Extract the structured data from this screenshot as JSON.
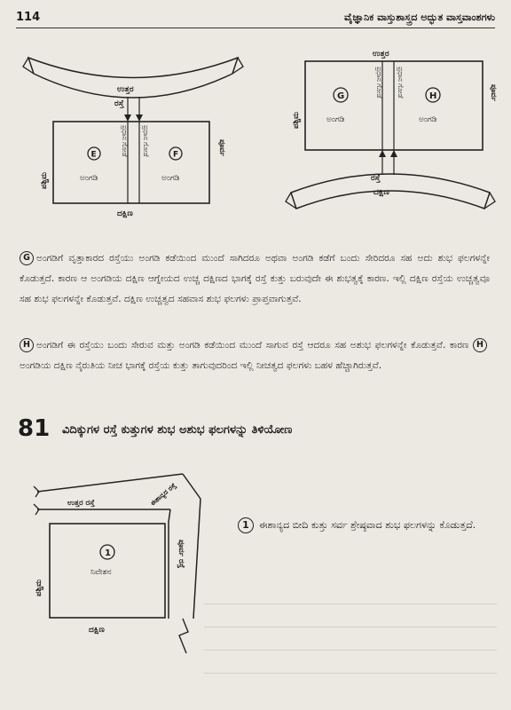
{
  "header": {
    "page_number": "114",
    "running_title": "ವೈಜ್ಞಾನಿಕ ವಾಸ್ತುಶಾಸ್ತ್ರದ ಅದ್ಭುತ ವಾಸ್ತವಾಂಶಗಳು"
  },
  "diagram_ef": {
    "north": "ಉತ್ತರ",
    "road": "ರಸ್ತೆ",
    "west": "ಪಶ್ಚಿಮ",
    "east": "ಪೂರ್ವ",
    "south": "ದಕ್ಷಿಣ",
    "shop_e_marker": "E",
    "shop_f_marker": "F",
    "shop": "ಅಂಗಡಿ",
    "wall_left": "ಪ್ರಧಾನ ಗೋಡೆ",
    "wall_right": "ಪ್ರಧಾನ ಗೋಡೆ"
  },
  "diagram_gh": {
    "north": "ಉತ್ತರ",
    "road": "ರಸ್ತೆ",
    "west": "ಪಶ್ಚಿಮ",
    "east": "ಪೂರ್ವ",
    "south": "ದಕ್ಷಿಣ",
    "shop_g_marker": "G",
    "shop_h_marker": "H",
    "shop": "ಅಂಗಡಿ",
    "wall_left": "ಪ್ರಧಾನ ಗೋಡೆ",
    "wall_right": "ಪ್ರಧಾನ ಗೋಡೆ"
  },
  "paragraph_g": {
    "marker": "G",
    "text": "ಅಂಗಡಿಗೆ ವೃತ್ತಾಕಾರದ ರಸ್ತೆಯು ಅಂಗಡಿ ಕಡೆಯಿಂದ ಮುಂದೆ ಸಾಗಿದರೂ ಅಥವಾ ಅಂಗಡಿ ಕಡೆಗೆ ಬಂದು ಸೇರಿದರೂ ಸಹ ಅದು ಶುಭ ಫಲಗಳನ್ನೇ ಕೊಡುತ್ತದೆ. ಕಾರಣ ಆ ಅಂಗಡಿಯ ದಕ್ಷಿಣ ಆಗ್ನೇಯದ ಉಚ್ಚ ದಕ್ಷಿಣದ ಭಾಗಕ್ಕೆ ರಸ್ತೆ ಕುತ್ತು ಬರುವುದೇ ಈ ಶುಭತ್ವಕ್ಕೆ ಕಾರಣ. ಇಲ್ಲಿ ದಕ್ಷಿಣ ರಸ್ತೆಯ ಉಚ್ಚತ್ವವೂ ಸಹ ಶುಭ ಫಲಗಳನ್ನೇ ಕೊಡುತ್ತವೆ. ದಕ್ಷಿಣ ಉಚ್ಚತ್ವದ ಸಹವಾಸ ಶುಭ ಫಲಗಳು ಪ್ರಾಪ್ತವಾಗುತ್ತವೆ."
  },
  "paragraph_h": {
    "marker": "H",
    "text_before": "ಅಂಗಡಿಗೆ ಈ ರಸ್ತೆಯು ಬಂದು ಸೇರುವ ಮತ್ತು ಅಂಗಡಿ ಕಡೆಯಿಂದ ಮುಂದೆ ಸಾಗುವ ರಸ್ತೆ ಆದರೂ ಸಹ ಅಶುಭ ಫಲಗಳನ್ನೇ ಕೊಡುತ್ತವೆ. ಕಾರಣ",
    "inline_marker": "H",
    "text_after": "ಅಂಗಡಿಯ ದಕ್ಷಿಣ ನೈರುತಿಯ ನೀಚ ಭಾಗಕ್ಕೆ ರಸ್ತೆಯ ಕುತ್ತು ತಾಗುವುದರಿಂದ ಇಲ್ಲಿ ನೀಚತ್ವದ ಫಲಗಳು ಬಹಳ ಹೆಚ್ಚಾಗಿರುತ್ತವೆ."
  },
  "section": {
    "number": "81",
    "title": "ವಿದಿಕ್ಕುಗಳ ರಸ್ತೆ ಕುತ್ತುಗಳ ಶುಭ ಅಶುಭ ಫಲಗಳನ್ನು ತಿಳಿಯೋಣ"
  },
  "diagram_1": {
    "north_road": "ಉತ್ತರ ರಸ್ತೆ",
    "northeast_road": "ಈಶಾನ್ಯದ ರಸ್ತೆ",
    "east_road": "ಪೂರ್ವ ರಸ್ತೆ",
    "west": "ಪಶ್ಚಿಮ",
    "south": "ದಕ್ಷಿಣ",
    "plot_marker": "1",
    "plot_label": "ನಿವೇಶನ"
  },
  "note_1": {
    "marker": "1",
    "text": "ಈಶಾನ್ಯದ ಬೀದಿ ಕುತ್ತು ಸರ್ವ ಶ್ರೇಷ್ಠವಾದ ಶುಭ ಫಲಗಳನ್ನು ಕೊಡುತ್ತದೆ."
  }
}
